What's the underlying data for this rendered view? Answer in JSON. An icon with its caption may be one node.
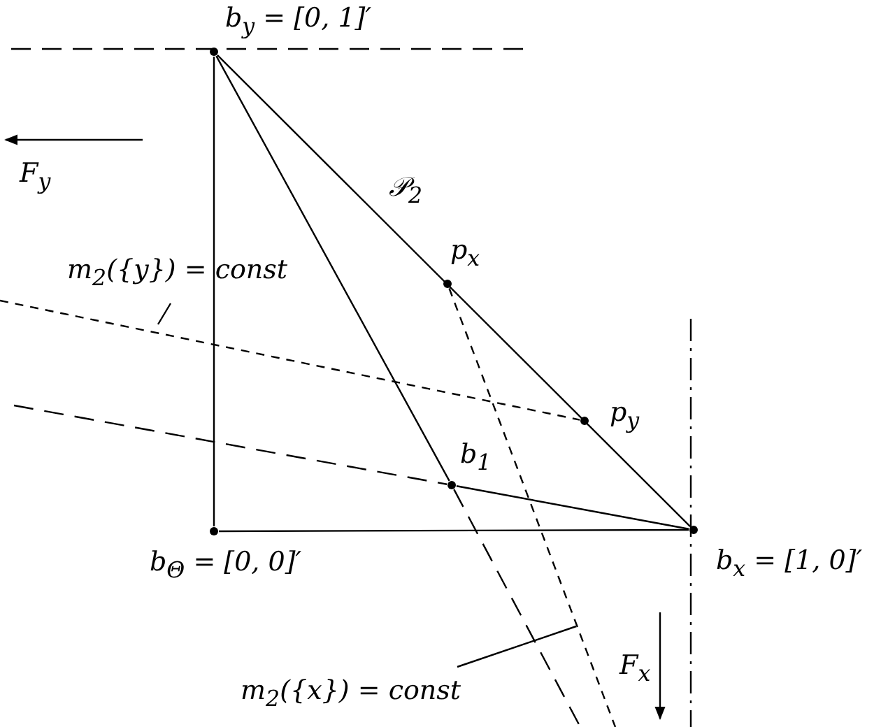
{
  "diagram": {
    "nodes": [
      {
        "text": [
          "b$_{y}$ = [0, 1]′"
        ]
      },
      {
        "text": [
          "b$_{Θ}$ = [0, 0]′"
        ]
      },
      {
        "text": [
          "b$_{x}$ = [1, 0]′"
        ]
      },
      {
        "text": [
          "b$_{1}$"
        ]
      },
      {
        "text": [
          "p$_{x}$"
        ]
      },
      {
        "text": [
          "p$_{y}$"
        ]
      },
      {
        "text": [
          "m$_{2}$({y}) = const"
        ]
      },
      {
        "text": [
          "m$_{2}$({x}) = const"
        ]
      }
    ],
    "edges": [
      {
        "from": 0,
        "to": 1,
        "arrow": "none"
      },
      {
        "from": 1,
        "to": 2,
        "arrow": "none"
      },
      {
        "from": 0,
        "to": 2,
        "arrow": "none",
        "label": "𝒫$_{2}$"
      },
      {
        "from": 0,
        "to": 3,
        "arrow": "none"
      },
      {
        "from": 3,
        "to": 2,
        "arrow": "none"
      },
      {
        "from": null,
        "to": 3,
        "arrow": "none",
        "style": "dashed"
      },
      {
        "from": null,
        "to": 5,
        "arrow": "none",
        "style": "dashed"
      },
      {
        "from": 4,
        "to": null,
        "arrow": "none",
        "style": "dashed"
      },
      {
        "from": 3,
        "to": null,
        "arrow": "none",
        "style": "dashed"
      },
      {
        "from": 6,
        "to": null,
        "arrow": "none"
      },
      {
        "from": 7,
        "to": null,
        "arrow": "none"
      }
    ],
    "labels": [
      "F$_{y}$",
      "F$_{x}$"
    ]
  }
}
